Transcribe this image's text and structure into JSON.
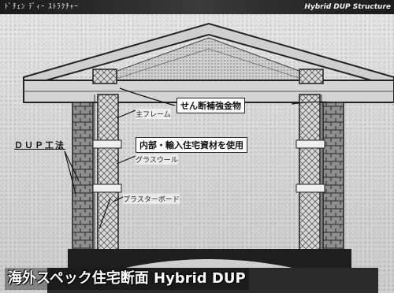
{
  "header": {
    "left_text": "ﾄﾞﾁｪﾝ ﾃﾞｨｰ ｽﾄﾗｸﾁｬｰ",
    "right_text": "Hybrid DUP Structure"
  },
  "labels": {
    "dup_method": "ＤＵＰ工法",
    "main_frame": "主フレーム",
    "shear_hardware": "せん断補強金物",
    "imported_materials": "内部・輸入住宅資材を使用",
    "glass_wool": "グラスウール",
    "plasterboard": "プラスターボード"
  },
  "caption": "海外スペック住宅断面 Hybrid DUP"
}
